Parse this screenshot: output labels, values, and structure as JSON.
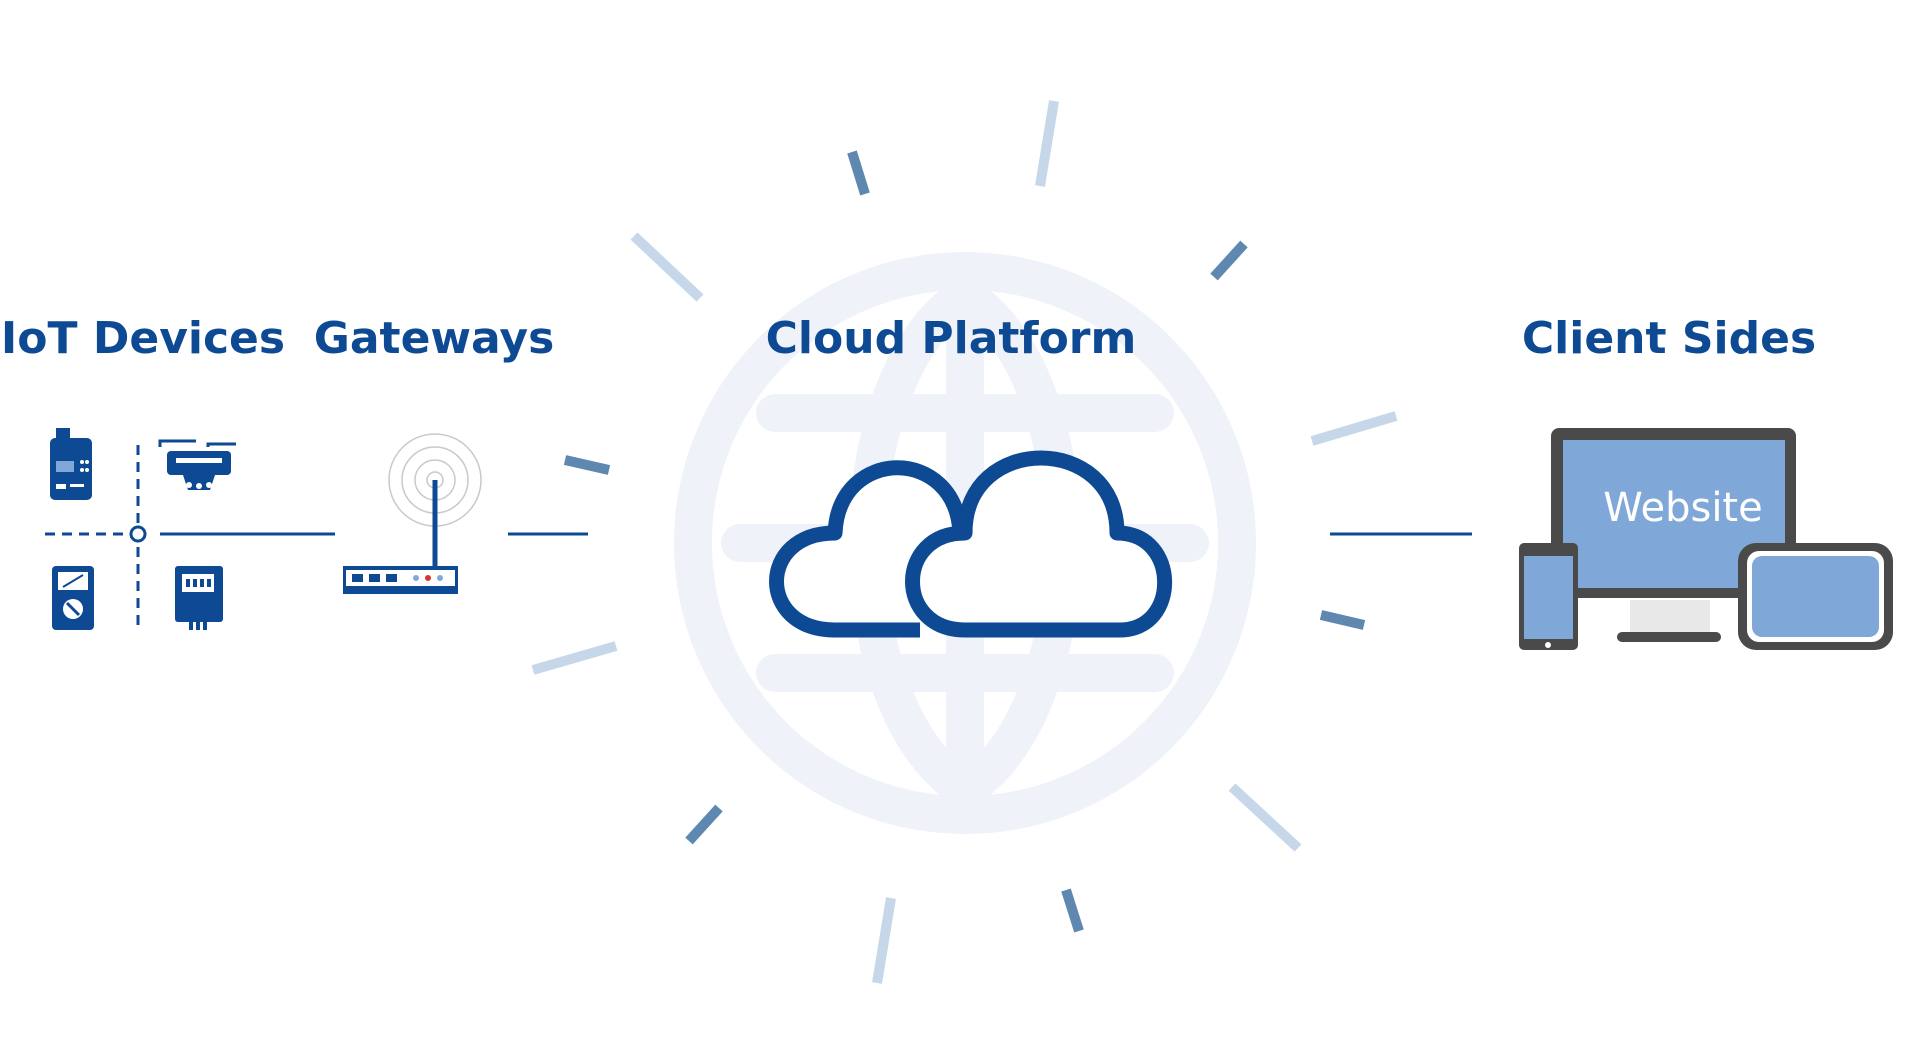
{
  "diagram": {
    "stages": {
      "iot_devices": "IoT Devices",
      "gateways": "Gateways",
      "cloud_platform": "Cloud Platform",
      "client_sides": "Client Sides"
    },
    "screen_text": "Website"
  },
  "colors": {
    "primary_blue": "#0d4a93",
    "light_blue_fill": "#7fa8d8",
    "ray_dark": "#5f88b0",
    "ray_light": "#c5d7e8",
    "globe_watermark": "#eff3f9",
    "device_gray": "#4a4a4a"
  }
}
